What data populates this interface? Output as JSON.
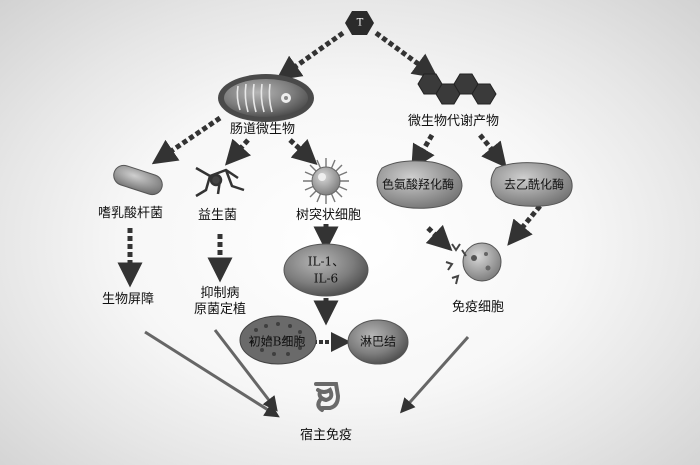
{
  "nodes": {
    "top": "T",
    "gut": "肠道微生物",
    "metab": "微生物代谢产物",
    "lacto": "嗜乳酸杆菌",
    "probio": "益生菌",
    "dendritic": "树突状细胞",
    "trp": "色氨酸羟化酶",
    "deacetyl": "去乙酰化酶",
    "il_line1": "IL-1、",
    "il_line2": "IL-6",
    "barrier": "生物屏障",
    "inhibit_line1": "抑制病",
    "inhibit_line2": "原菌定植",
    "immune": "免疫细胞",
    "bcell": "初始B细胞",
    "lymph": "淋巴结",
    "host": "宿主免疫"
  },
  "colors": {
    "hexagon": "#2b2b2b",
    "oval_dark": "#5a5a5a",
    "oval_mid": "#8a8a8a",
    "arrow": "#333333"
  }
}
